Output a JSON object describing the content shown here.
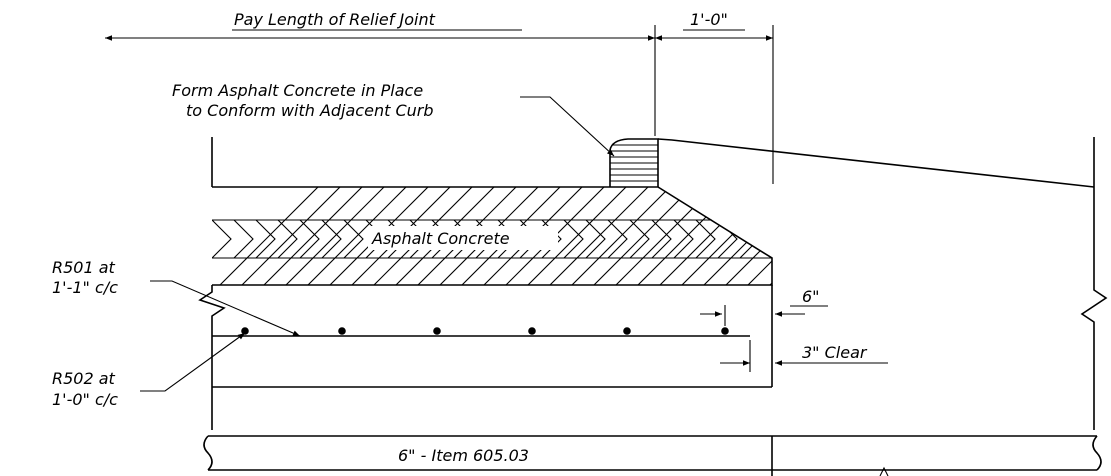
{
  "labels": {
    "pay_length": "Pay Length of Relief Joint",
    "dim_one_foot": "1'-0\"",
    "form_note_line1": "Form Asphalt Concrete in Place",
    "form_note_line2": "to Conform with Adjacent Curb",
    "asphalt": "Asphalt Concrete",
    "r501_line1": "R501 at",
    "r501_line2": "1'-1\" c/c",
    "r502_line1": "R502 at",
    "r502_line2": "1'-0\" c/c",
    "six_inch": "6\"",
    "three_clear": "3\" Clear",
    "pipe_item": "6\" - Item 605.03"
  },
  "colors": {
    "line": "#000000",
    "background": "#ffffff"
  }
}
